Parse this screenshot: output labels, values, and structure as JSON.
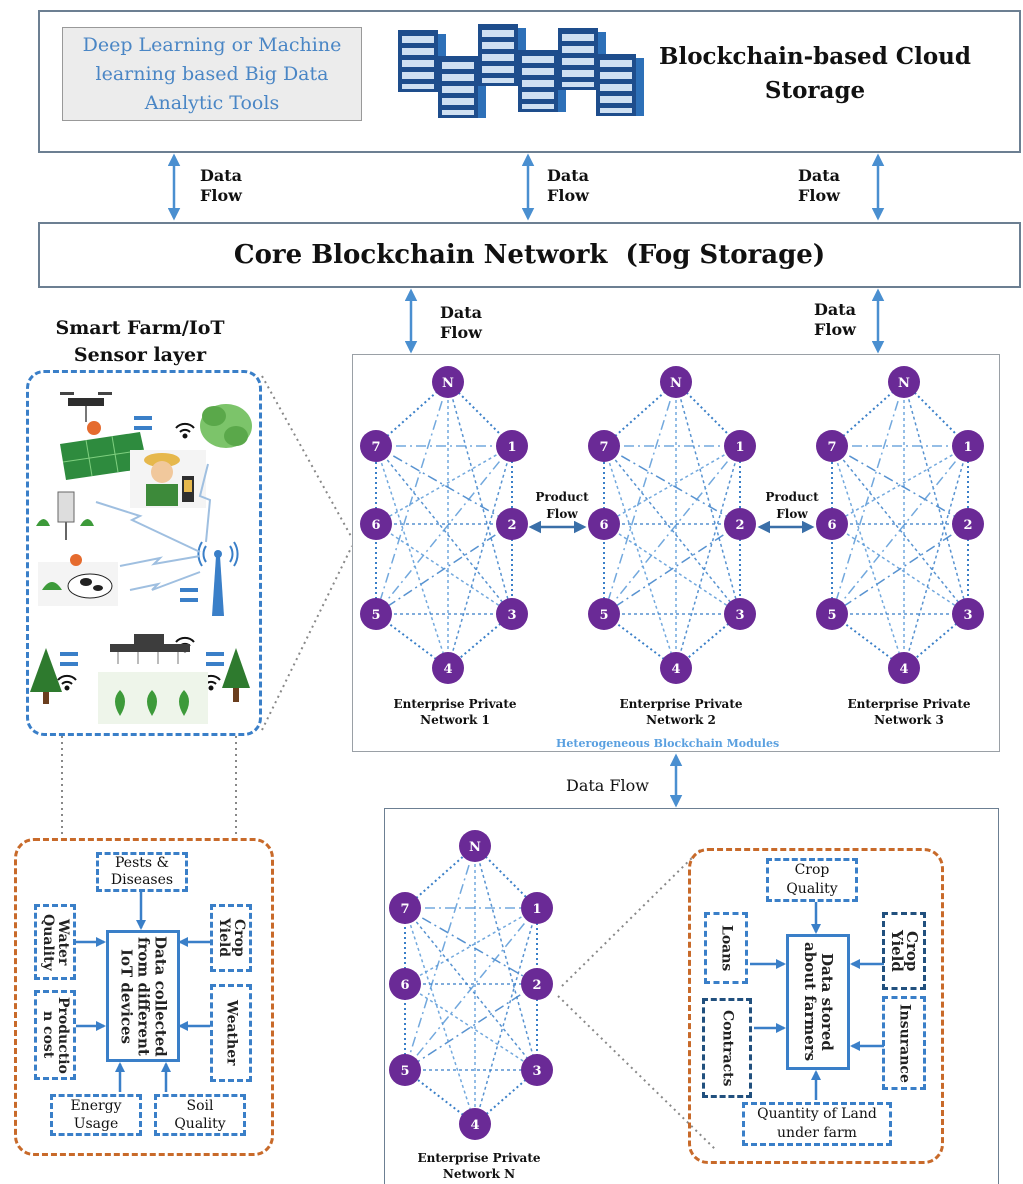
{
  "cloud": {
    "tools_label": "Deep Learning or Machine learning based Big Data Analytic Tools",
    "title_line1": "Blockchain-based Cloud",
    "title_line2": "Storage"
  },
  "flows": {
    "data_flow_line1": "Data",
    "data_flow_line2": "Flow",
    "data_flow_inline": "Data Flow",
    "product_flow_line1": "Product",
    "product_flow_line2": "Flow"
  },
  "core": {
    "title": "Core Blockchain Network  (Fog Storage)"
  },
  "sensor_layer": {
    "title_line1": "Smart Farm/IoT",
    "title_line2": "Sensor layer"
  },
  "networks": {
    "net1_line1": "Enterprise Private",
    "net1_line2": "Network 1",
    "net2_line1": "Enterprise Private",
    "net2_line2": "Network 2",
    "net3_line1": "Enterprise Private",
    "net3_line2": "Network 3",
    "netn_line1": "Enterprise Private",
    "netn_line2": "Network N",
    "modules_caption": "Heterogeneous Blockchain Modules",
    "node_labels": [
      "N",
      "1",
      "2",
      "3",
      "4",
      "5",
      "6",
      "7"
    ]
  },
  "iot_data": {
    "center": "Data collected from different IoT devices",
    "pests": "Pests & Diseases",
    "water": "Water Quality",
    "production": "Productio n cost",
    "energy": "Energy Usage",
    "soil": "Soil Quality",
    "crop_yield": "Crop Yield",
    "weather": "Weather"
  },
  "farmer_data": {
    "center": "Data stored about farmers",
    "crop_quality": "Crop Quality",
    "loans": "Loans",
    "contracts": "Contracts",
    "crop_yield": "Crop Yield",
    "insurance": "Insurance",
    "land": "Quantity of Land under farm"
  },
  "colors": {
    "node": "#6a2a96",
    "arrow_blue": "#4a8fd0",
    "dash_blue": "#3a7fc8",
    "dash_orange": "#c86a2a",
    "caption_blue": "#5aa0e0",
    "box_border": "#6c7f92"
  }
}
